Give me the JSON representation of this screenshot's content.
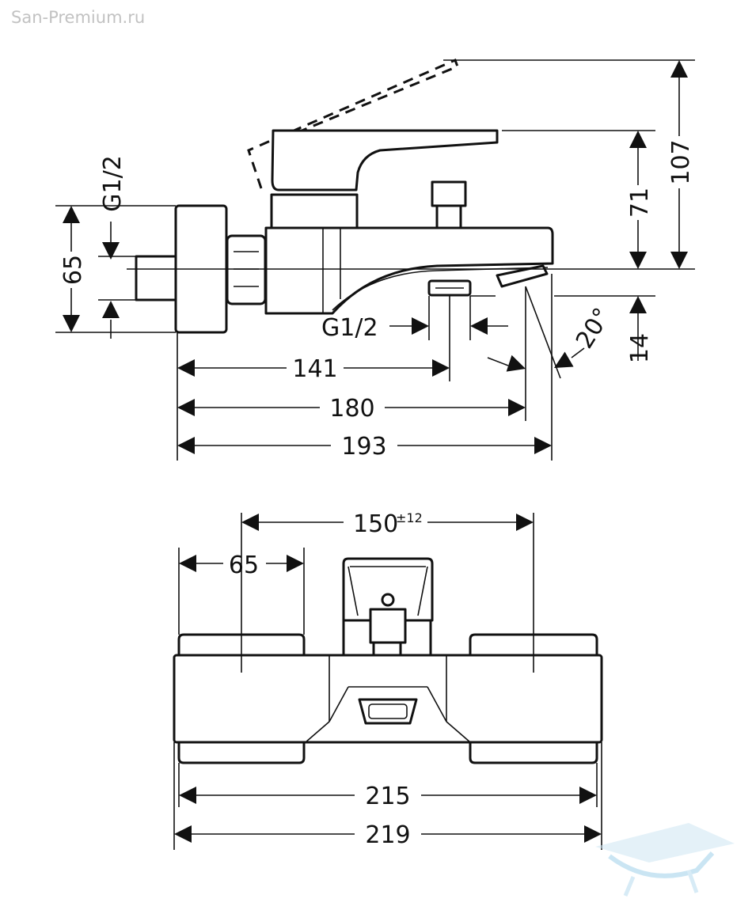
{
  "watermark": "San-Premium.ru",
  "side_view": {
    "dims": {
      "h107": "107",
      "h71": "71",
      "h65": "65",
      "g12_left": "G1/2",
      "g12_bottom": "G1/2",
      "angle": "20°",
      "h14": "14",
      "l141": "141",
      "l180": "180",
      "l193": "193"
    }
  },
  "front_view": {
    "dims": {
      "w150": "150",
      "w150_tol": "±12",
      "w65": "65",
      "w215": "215",
      "w219": "219"
    }
  },
  "colors": {
    "line": "#111111",
    "watermark": "#c2c2c2",
    "logo": "#b8dcef"
  }
}
